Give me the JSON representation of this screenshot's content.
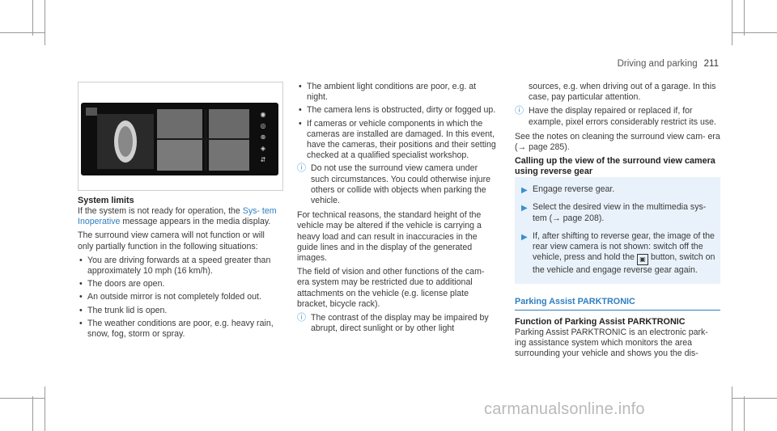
{
  "header": {
    "section": "Driving and parking",
    "page_number": "211"
  },
  "col1": {
    "heading": "System limits",
    "p1_a": "If the system is not ready for operation, the ",
    "p1_link": "Sys- tem Inoperative",
    "p1_b": " message appears in the media display.",
    "p2": "The surround view camera will not function or will only partially function in the following situations:",
    "bullets": [
      "You are driving forwards at a speed greater than approximately 10 mph (16 km/h).",
      "The doors are open.",
      "An outside mirror is not completely folded out.",
      "The trunk lid is open.",
      "The weather conditions are poor, e.g. heavy rain, snow, fog, storm or spray."
    ]
  },
  "col2": {
    "bullets": [
      "The ambient light conditions are poor, e.g. at night.",
      "The camera lens is obstructed, dirty or fogged up.",
      "If cameras or vehicle components in which the cameras are installed are damaged. In this event, have the cameras, their positions and their setting checked at a qualified specialist workshop."
    ],
    "note1": "Do not use the surround view camera under such circumstances. You could otherwise injure others or collide with objects when parking the vehicle.",
    "p1": "For technical reasons, the standard height of the vehicle may be altered if the vehicle is carrying a heavy load and can result in inaccuracies in the guide lines and in the display of the generated images.",
    "p2": "The field of vision and other functions of the cam- era system may be restricted due to additional attachments on the vehicle (e.g. license plate bracket, bicycle rack).",
    "note2": "The contrast of the display may be impaired by abrupt, direct sunlight or by other light"
  },
  "col3": {
    "cont": "sources, e.g. when driving out of a garage. In this case, pay particular attention.",
    "note": "Have the display repaired or replaced if, for example, pixel errors considerably restrict its use.",
    "see": "See the notes on cleaning the surround view cam- era (→ page 285).",
    "heading": "Calling up the view of the surround view camera using reverse gear",
    "steps": [
      "Engage reverse gear.",
      "Select the desired view in the multimedia sys- tem (→ page 208).",
      "If, after shifting to reverse gear, the image of the rear view camera is not shown: switch off the vehicle, press and hold the",
      "button, switch on the vehicle and engage reverse gear again."
    ],
    "section_title": "Parking Assist PARKTRONIC",
    "heading2": "Function of Parking Assist PARKTRONIC",
    "p": "Parking Assist PARKTRONIC is an electronic park- ing assistance system which monitors the area surrounding your vehicle and shows you the dis-"
  },
  "watermark": "carmanualsonline.info",
  "icons": {
    "note": "info-icon",
    "step": "arrow-right-icon",
    "camera_button": "parking-camera-icon"
  },
  "colors": {
    "accent": "#2f7fc1",
    "panel": "#e9f2fa"
  }
}
